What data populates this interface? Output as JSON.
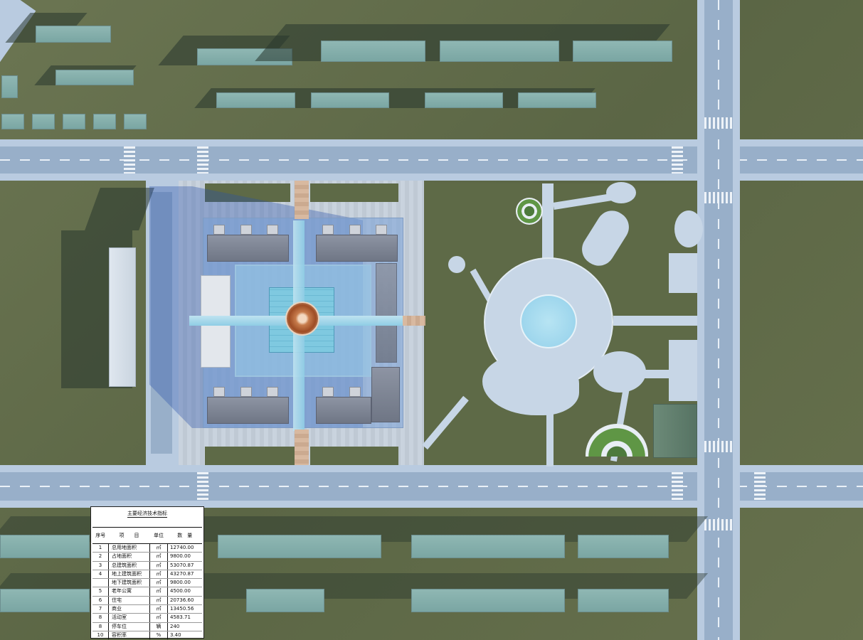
{
  "table": {
    "title": "主要经济技术指标",
    "headers": [
      "序号",
      "项　　目",
      "单位",
      "数　量"
    ],
    "rows": [
      {
        "no": "1",
        "item": "总用地面积",
        "unit": "㎡",
        "value": "12740.00"
      },
      {
        "no": "2",
        "item": "占地面积",
        "unit": "㎡",
        "value": "9800.00"
      },
      {
        "no": "3",
        "item": "总建筑面积",
        "unit": "㎡",
        "value": "53070.87"
      },
      {
        "no": "4",
        "item": "地上建筑面积",
        "unit": "㎡",
        "value": "43270.87"
      },
      {
        "no": "",
        "item": "地下建筑面积",
        "unit": "㎡",
        "value": "9800.00"
      },
      {
        "no": "5",
        "item": "老年公寓",
        "unit": "㎡",
        "value": "4500.00"
      },
      {
        "no": "6",
        "item": "住宅",
        "unit": "㎡",
        "value": "20736.60"
      },
      {
        "no": "7",
        "item": "商业",
        "unit": "㎡",
        "value": "13450.56"
      },
      {
        "no": "8",
        "item": "活动室",
        "unit": "㎡",
        "value": "4583.71"
      },
      {
        "no": "8",
        "item": "停车位",
        "unit": "辆",
        "value": "240"
      },
      {
        "no": "10",
        "item": "容积率",
        "unit": "%",
        "value": "3.40"
      }
    ]
  },
  "colors": {
    "grass": "#5e6a47",
    "road": "#b9cbe0",
    "building": "#8fb7b3",
    "water": "#a9dcef",
    "glass": "#7fc9e0"
  }
}
